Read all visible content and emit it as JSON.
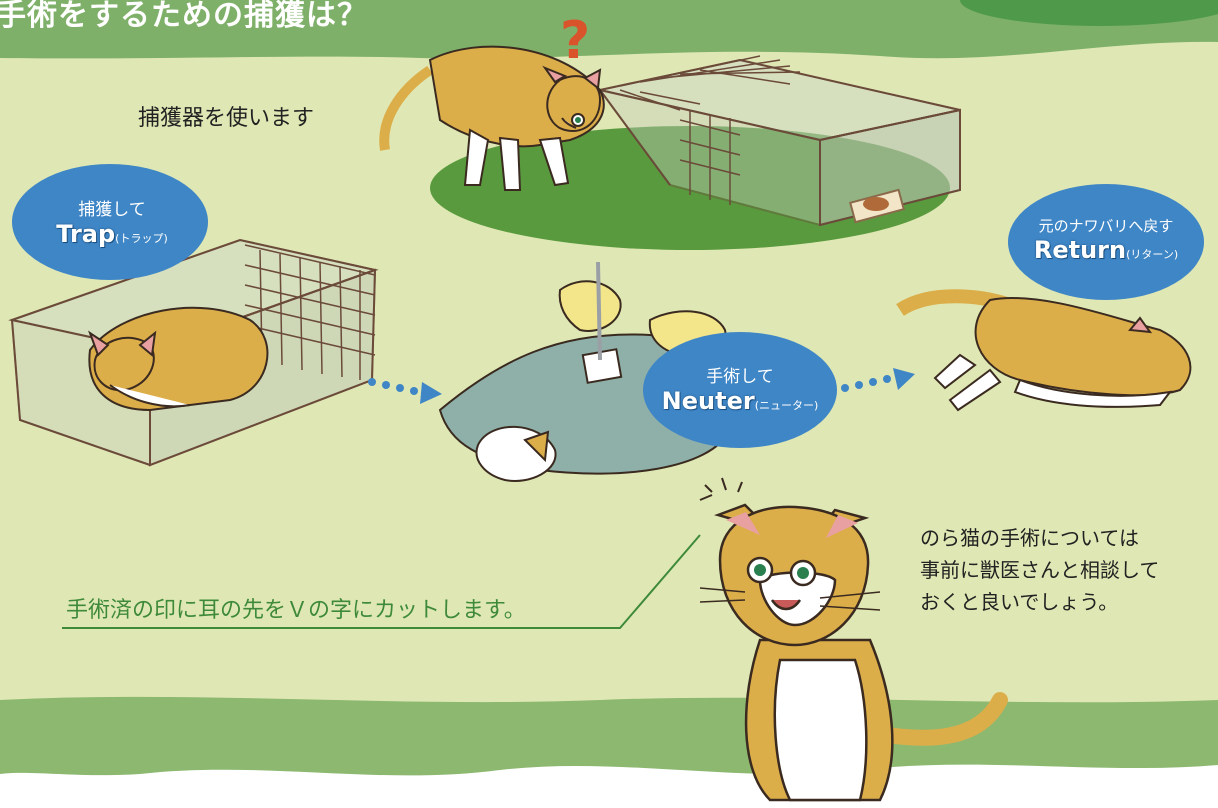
{
  "title": "手術をするための捕獲は？",
  "trap_method": "捕獲器を使います",
  "question_mark": "?",
  "steps": {
    "trap": {
      "jp": "捕獲して",
      "en": "Trap",
      "kana": "(トラップ)"
    },
    "neuter": {
      "jp": "手術して",
      "en": "Neuter",
      "kana": "(ニューター)"
    },
    "return": {
      "jp": "元のナワバリへ戻す",
      "en": "Return",
      "kana": "(リターン)"
    }
  },
  "ear_cut_note": "手術済の印に耳の先をＶの字にカットします。",
  "vet_note": [
    "のら猫の手術については",
    "事前に獣医さんと相談して",
    "おくと良いでしょう。"
  ],
  "colors": {
    "background": "#dfe8b4",
    "header_green": "#7fb069",
    "bubble_blue": "#3f86c6",
    "cat_orange": "#dcae4a",
    "accent_green_text": "#3f8a3a"
  }
}
